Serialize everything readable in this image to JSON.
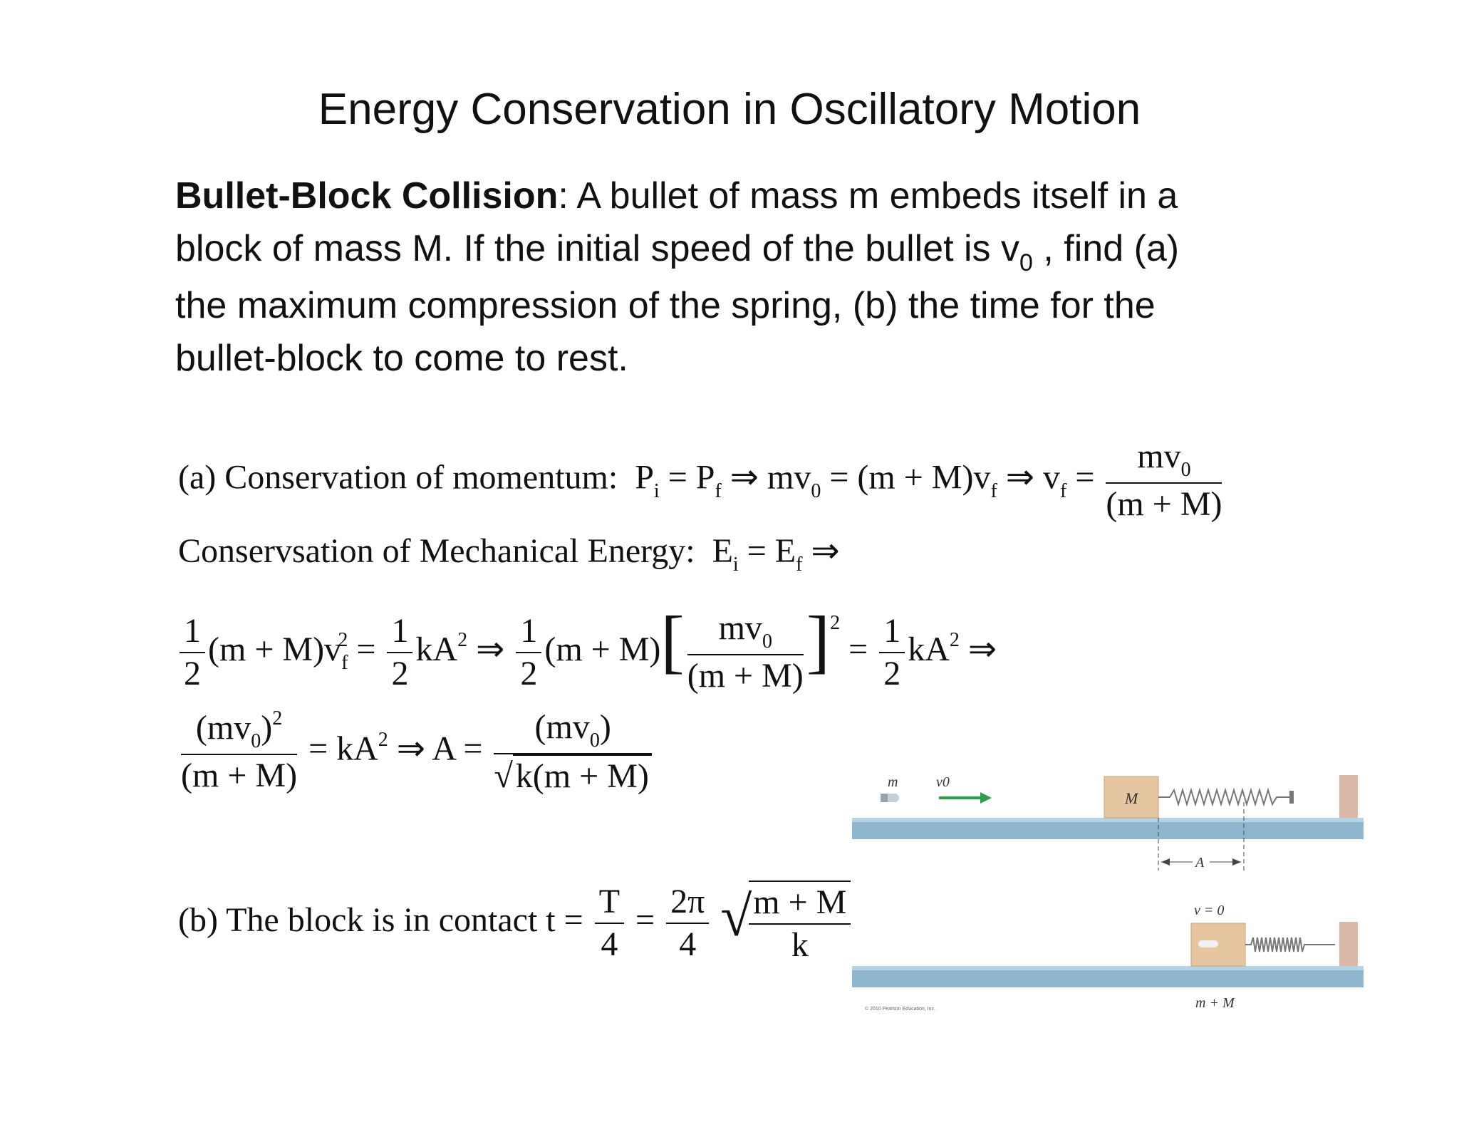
{
  "title": "Energy Conservation in Oscillatory Motion",
  "problem": {
    "heading": "Bullet-Block Collision",
    "line1": ": A bullet of mass m embeds itself in a",
    "line2a": "block of mass M. If the initial speed of the bullet is v",
    "line2_sub": "0",
    "line2b": " , find (a)",
    "line3": "the maximum compression of the spring, (b) the time for the",
    "line4": "bullet-block to come to rest."
  },
  "equations": {
    "a_label": "(a)  Conservation of momentum:",
    "energy_label": "Conservsation of Mechanical Energy:",
    "b_label": "(b) The block is in contact t ="
  },
  "figure": {
    "bullet_label": "m",
    "velocity_label": "v0",
    "block_label": "M",
    "amplitude_label": "A",
    "final_velocity_label": "v = 0",
    "combined_label": "m + M",
    "copyright": "© 2010 Pearson Education, Inc.",
    "colors": {
      "track": "#8fb6cf",
      "block": "#e6c6a0",
      "wall": "#d9b8a8",
      "arrow": "#2e9e4a"
    }
  }
}
